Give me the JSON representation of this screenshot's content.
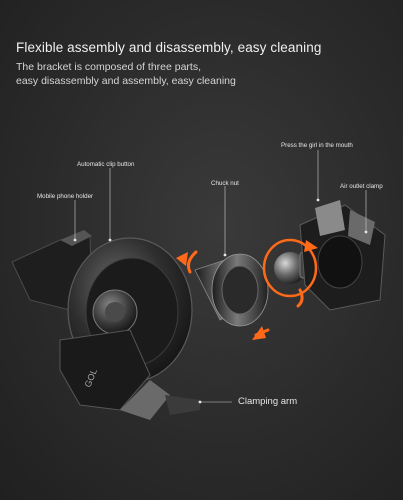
{
  "headline": "Flexible assembly and disassembly, easy cleaning",
  "subtitle_lines": [
    "The bracket is composed of three parts,",
    "easy disassembly and assembly, easy cleaning"
  ],
  "callouts": {
    "automatic_clip_button": "Automatic clip button",
    "mobile_phone_holder": "Mobile phone holder",
    "chuck_nut": "Chuck nut",
    "press_the_girl": "Press the girl in the mouth",
    "air_outlet_clamp": "Air outlet clamp",
    "clamping_arm": "Clamping arm"
  },
  "logo_text": "GOL",
  "colors": {
    "background": "#2b2b2b",
    "accent_arrow": "#ff6a1a",
    "text": "#e6e6e6"
  }
}
